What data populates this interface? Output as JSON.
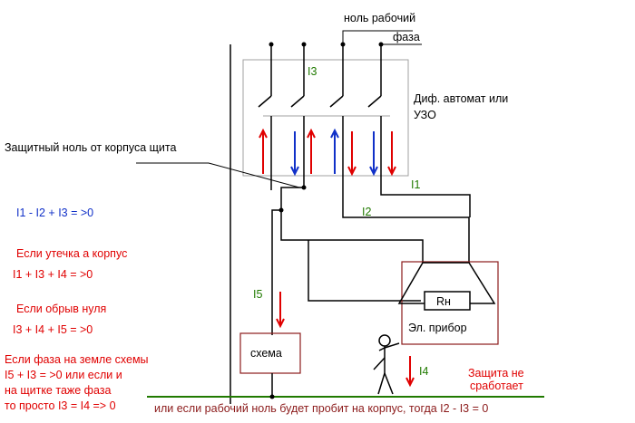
{
  "labels": {
    "neutral_working": "ноль рабочий",
    "phase": "фаза",
    "rcd_line1": "Диф. автомат или",
    "rcd_line2": "УЗО",
    "protective_neutral": "Защитный ноль от корпуса щита",
    "i1": "I1",
    "i2": "I2",
    "i3": "I3",
    "i4": "I4",
    "i5": "I5",
    "load_resistor": "Rн",
    "device": "Эл. прибор",
    "circuit_box": "схема",
    "protection_line1": "Защита не",
    "protection_line2": "сработает"
  },
  "equations": {
    "normal": "I1 - I2 + I3 = >0",
    "leak_title": "Если утечка а корпус",
    "leak_eq": "I1 + I3 + I4 = >0",
    "break_title": "Если обрыв нуля",
    "break_eq": "I3 + I4 + I5 = >0",
    "ground_line1": "Если фаза на земле схемы",
    "ground_line2": "I5 + I3 = >0 или если и",
    "ground_line3": "на щитке таже фаза",
    "ground_line4": "то просто I3 = I4 => 0",
    "bottom_note": "или если рабочий ноль будет пробит на корпус, тогда I2 - I3 = 0"
  },
  "colors": {
    "wire": "#000000",
    "red": "#e00000",
    "blue": "#1030c8",
    "green": "#207a00",
    "dark_red": "#8b1a1a",
    "frame": "#a0a0a0"
  }
}
